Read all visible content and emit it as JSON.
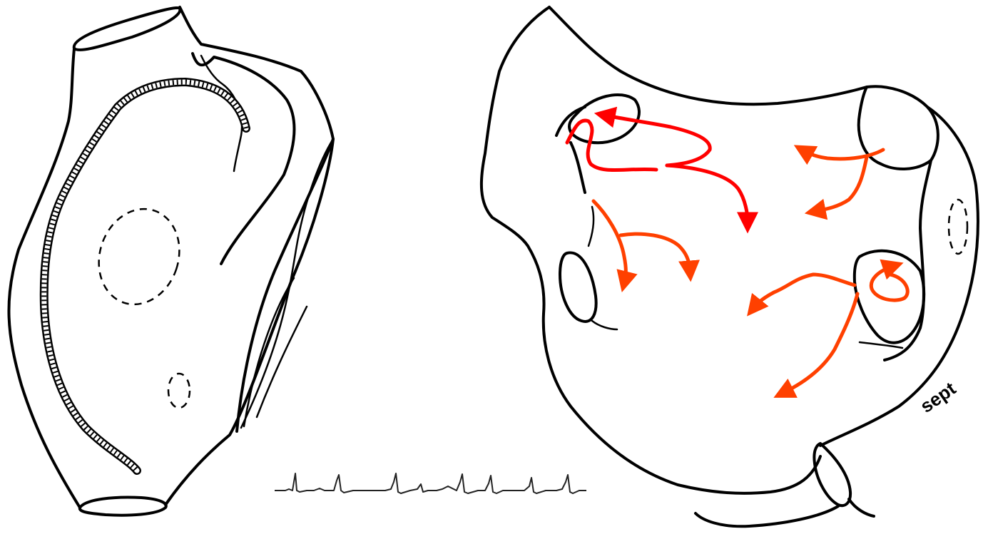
{
  "labels": {
    "septum": "sept"
  },
  "colors": {
    "outline": "#000000",
    "arrow_primary": "#ff0000",
    "arrow_secondary": "#ff4000",
    "background": "#ffffff"
  },
  "icons": {
    "left_figure": "heart-chamber-outline",
    "right_figure": "atrium-interior-outline",
    "trace": "ecg-trace"
  }
}
